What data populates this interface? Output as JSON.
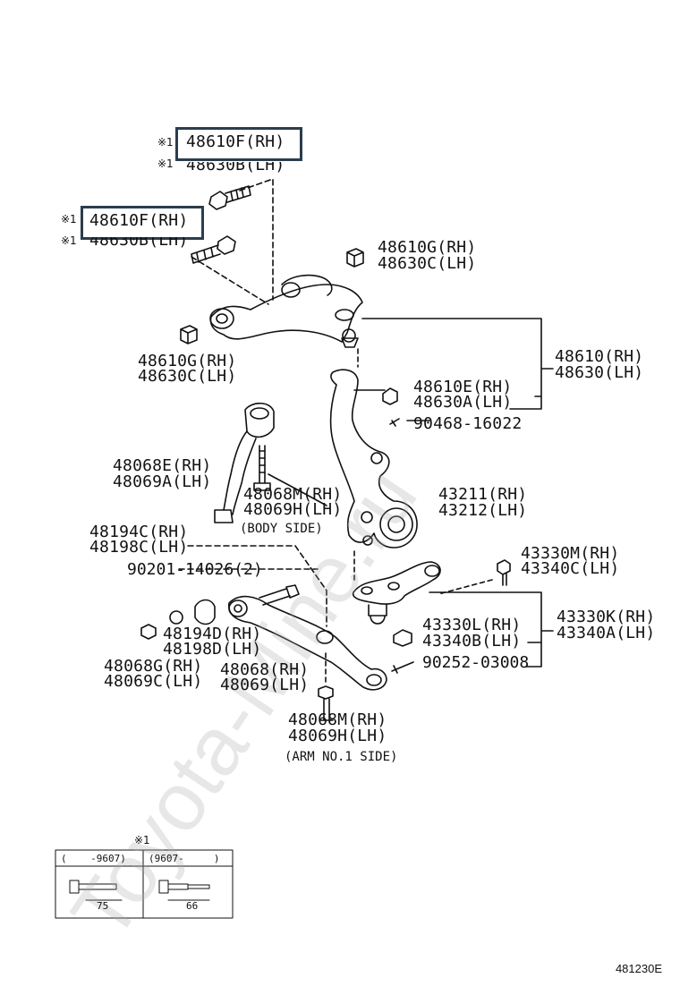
{
  "watermark": "Toyota-Mine.ru",
  "highlight_upper": "48610F(RH)",
  "highlight_lower": "48610F(RH)",
  "note_mark": "※1",
  "labels": {
    "ub_lh_upper": "48630B(LH)",
    "ub_lh_lower": "48630B(LH)",
    "g_rh_right": "48610G(RH)",
    "c_lh_right": "48630C(LH)",
    "g_rh_left": "48610G(RH)",
    "c_lh_left": "48630C(LH)",
    "arm_rh": "48610(RH)",
    "arm_lh": "48630(LH)",
    "e_rh": "48610E(RH)",
    "a_lh": "48630A(LH)",
    "cotter": "90468-16022",
    "rod_rh": "48068E(RH)",
    "rod_lh": "48069A(LH)",
    "bolt_m_rh": "48068M(RH)",
    "bolt_h_lh": "48069H(LH)",
    "body_side": "(BODY SIDE)",
    "knuckle_rh": "43211(RH)",
    "knuckle_lh": "43212(LH)",
    "bush_c_rh": "48194C(RH)",
    "bush_c_lh": "48198C(LH)",
    "nut_90201": "90201-14026(2)",
    "joint_m_rh": "43330M(RH)",
    "joint_c_lh": "43340C(LH)",
    "joint_k_rh": "43330K(RH)",
    "joint_a_lh": "43340A(LH)",
    "joint_l_rh": "43330L(RH)",
    "joint_b_lh": "43340B(LH)",
    "cotter2": "90252-03008",
    "bush_d_rh": "48194D(RH)",
    "bush_d_lh": "48198D(LH)",
    "g_rh": "48068G(RH)",
    "c_lh": "48069C(LH)",
    "arm1_rh": "48068(RH)",
    "arm1_lh": "48069(LH)",
    "bolt2_rh": "48068M(RH)",
    "bolt2_lh": "48069H(LH)",
    "arm_side": "(ARM NO.1 SIDE)"
  },
  "table": {
    "mark": "※1",
    "col1_header": "(    -9607)",
    "col2_header": "(9607-     )",
    "col1_dim": "75",
    "col2_dim": "66"
  },
  "figure_code": "481230E"
}
